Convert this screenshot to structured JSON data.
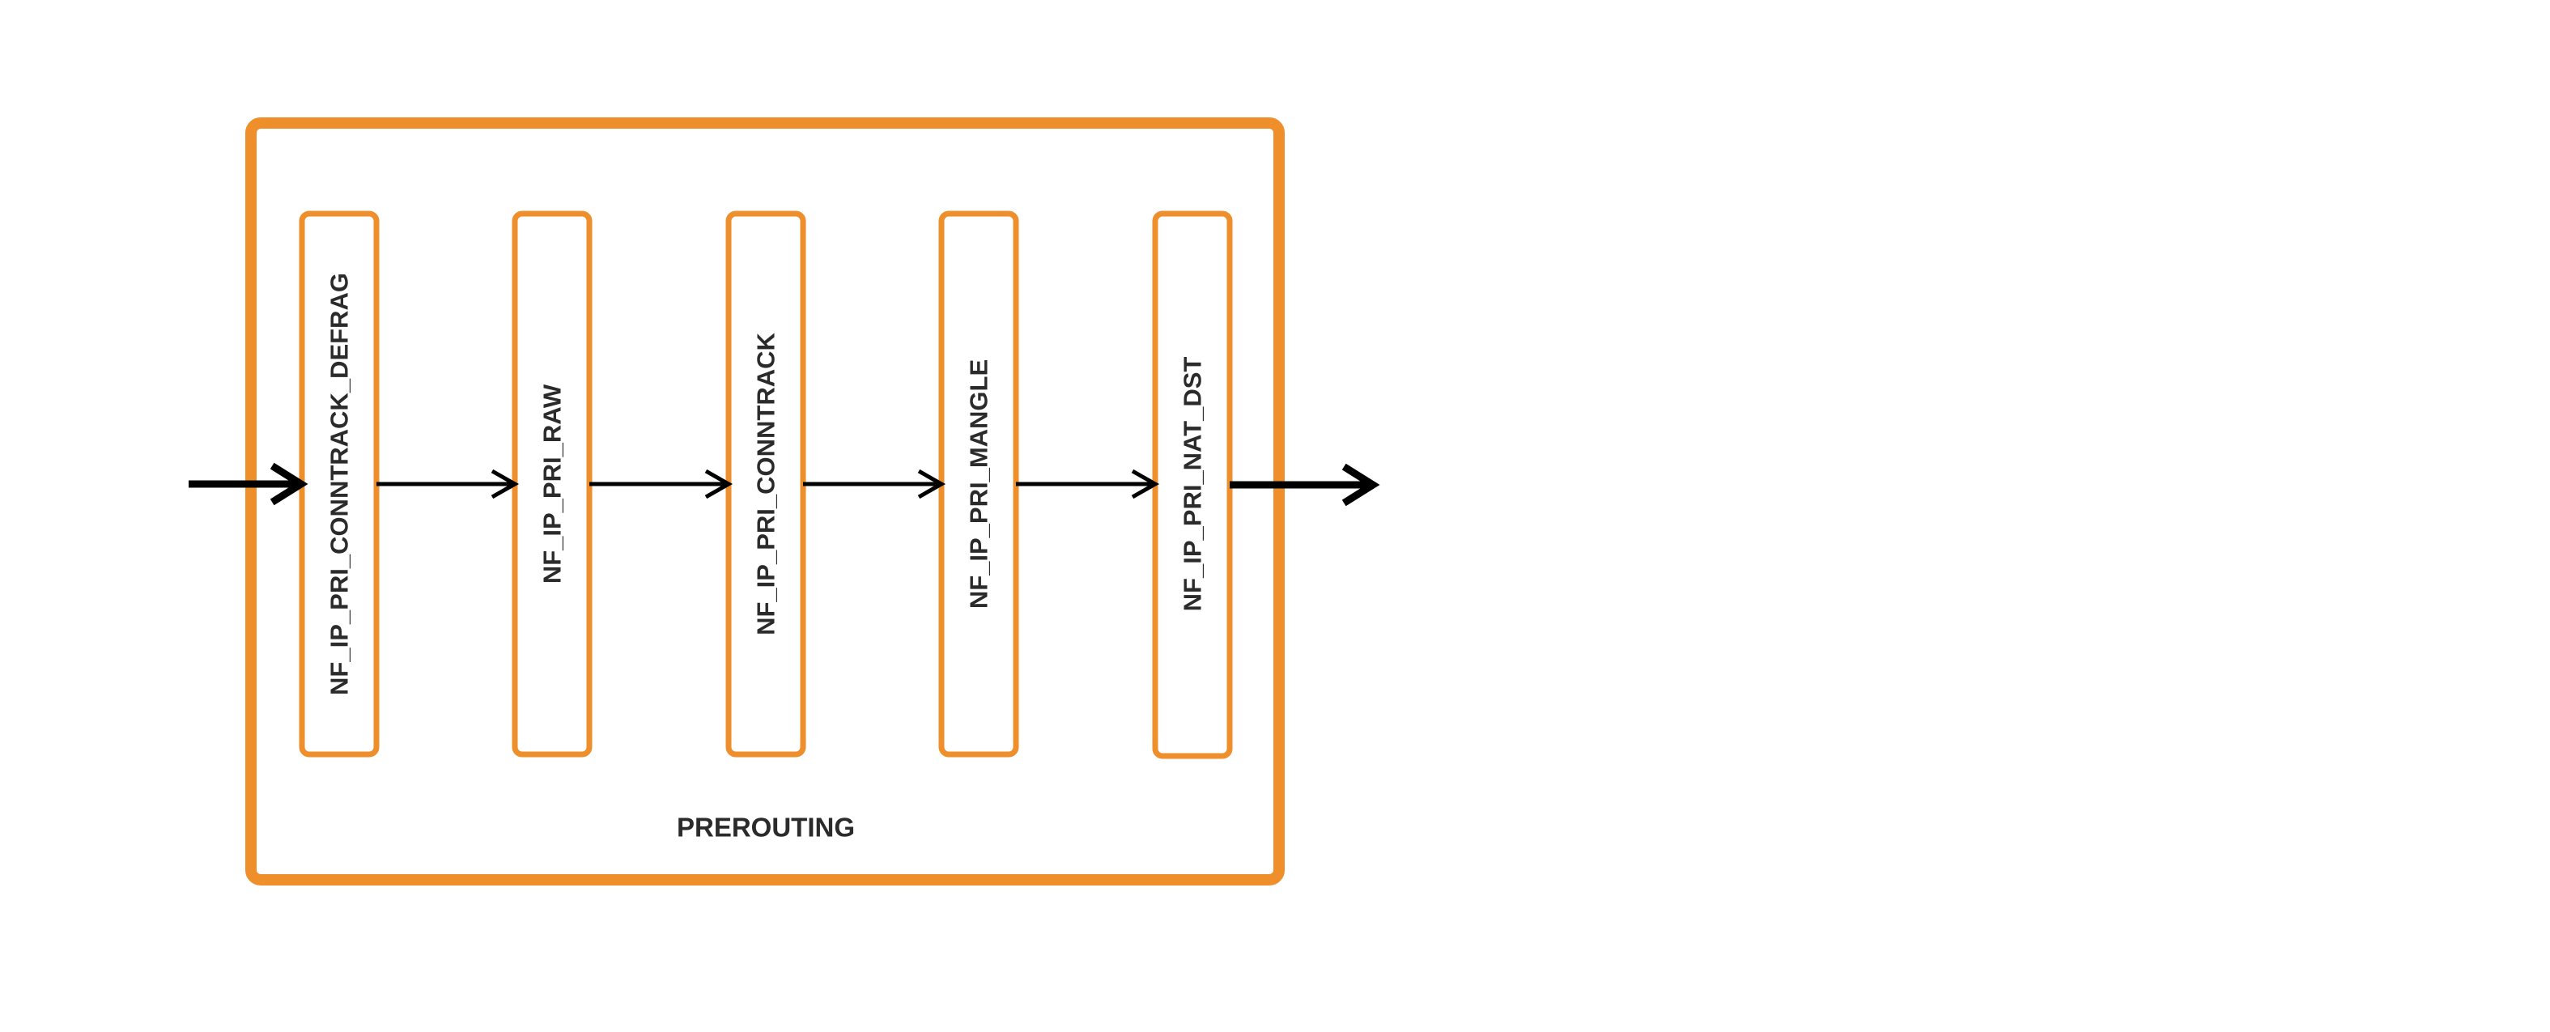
{
  "diagram": {
    "chain": {
      "label": "PREROUTING",
      "border_color": "#ee8f2c"
    },
    "hooks": [
      {
        "label": "NF_IP_PRI_CONNTRACK_DEFRAG"
      },
      {
        "label": "NF_IP_PRI_RAW"
      },
      {
        "label": "NF_IP_PRI_CONNTRACK"
      },
      {
        "label": "NF_IP_PRI_MANGLE"
      },
      {
        "label": "NF_IP_PRI_NAT_DST"
      }
    ],
    "hook_border_color": "#ee8f2c",
    "arrow_color": "#000000",
    "text_color": "#2b2b2b",
    "flow": [
      "entry-arrow",
      "hook-to-hook",
      "hook-to-hook",
      "hook-to-hook",
      "hook-to-hook",
      "exit-arrow"
    ]
  }
}
